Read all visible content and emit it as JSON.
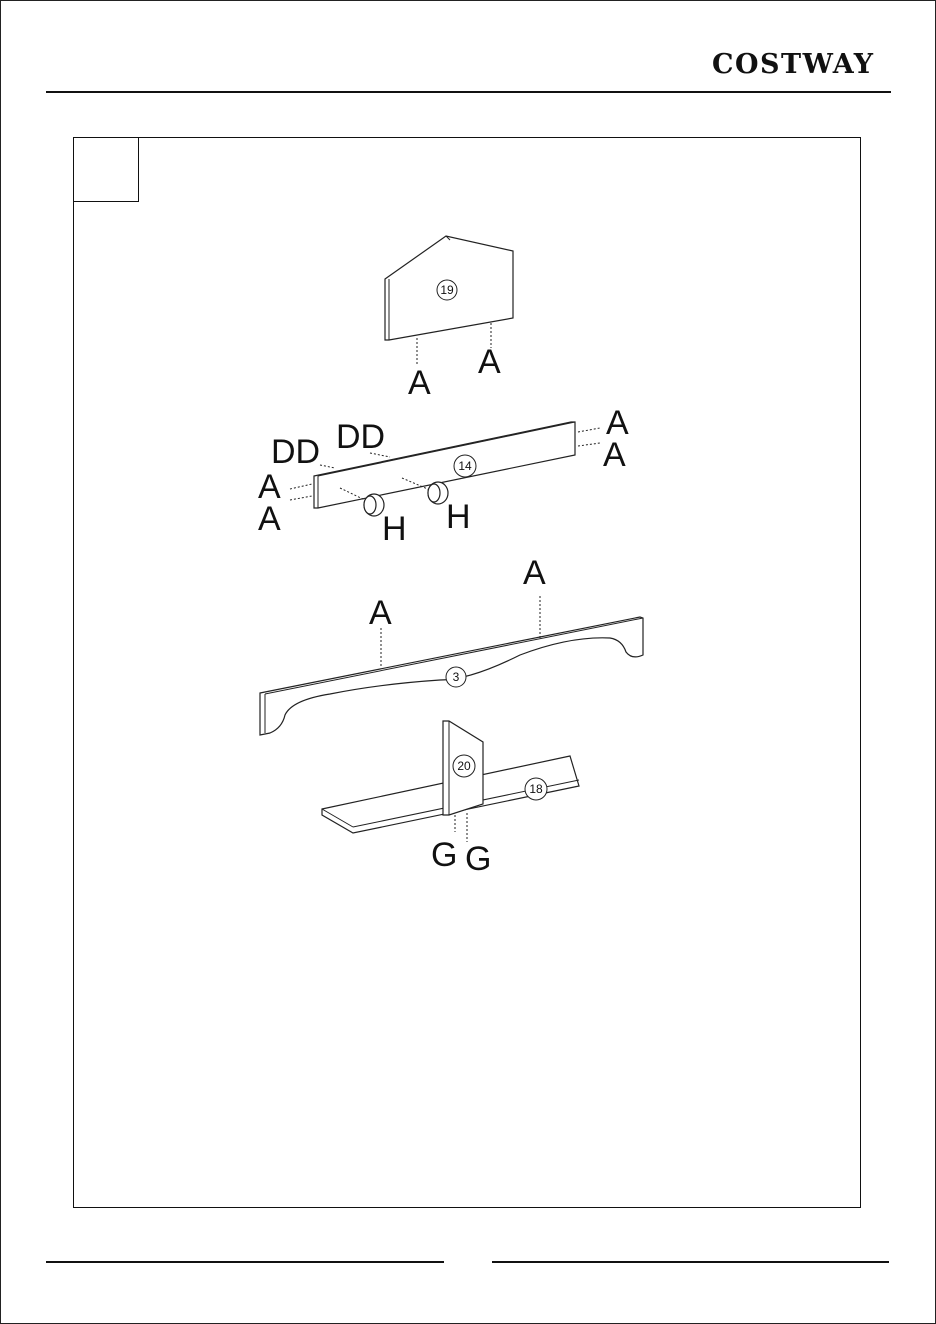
{
  "brand": {
    "name": "COSTWAY"
  },
  "step": {
    "number": ""
  },
  "parts": {
    "p19": "19",
    "p14": "14",
    "p3": "3",
    "p20": "20",
    "p18": "18"
  },
  "hardware_labels": {
    "a": "A",
    "dd": "DD",
    "h": "H",
    "g": "G"
  },
  "colors": {
    "ink": "#111111",
    "paper": "#ffffff"
  }
}
